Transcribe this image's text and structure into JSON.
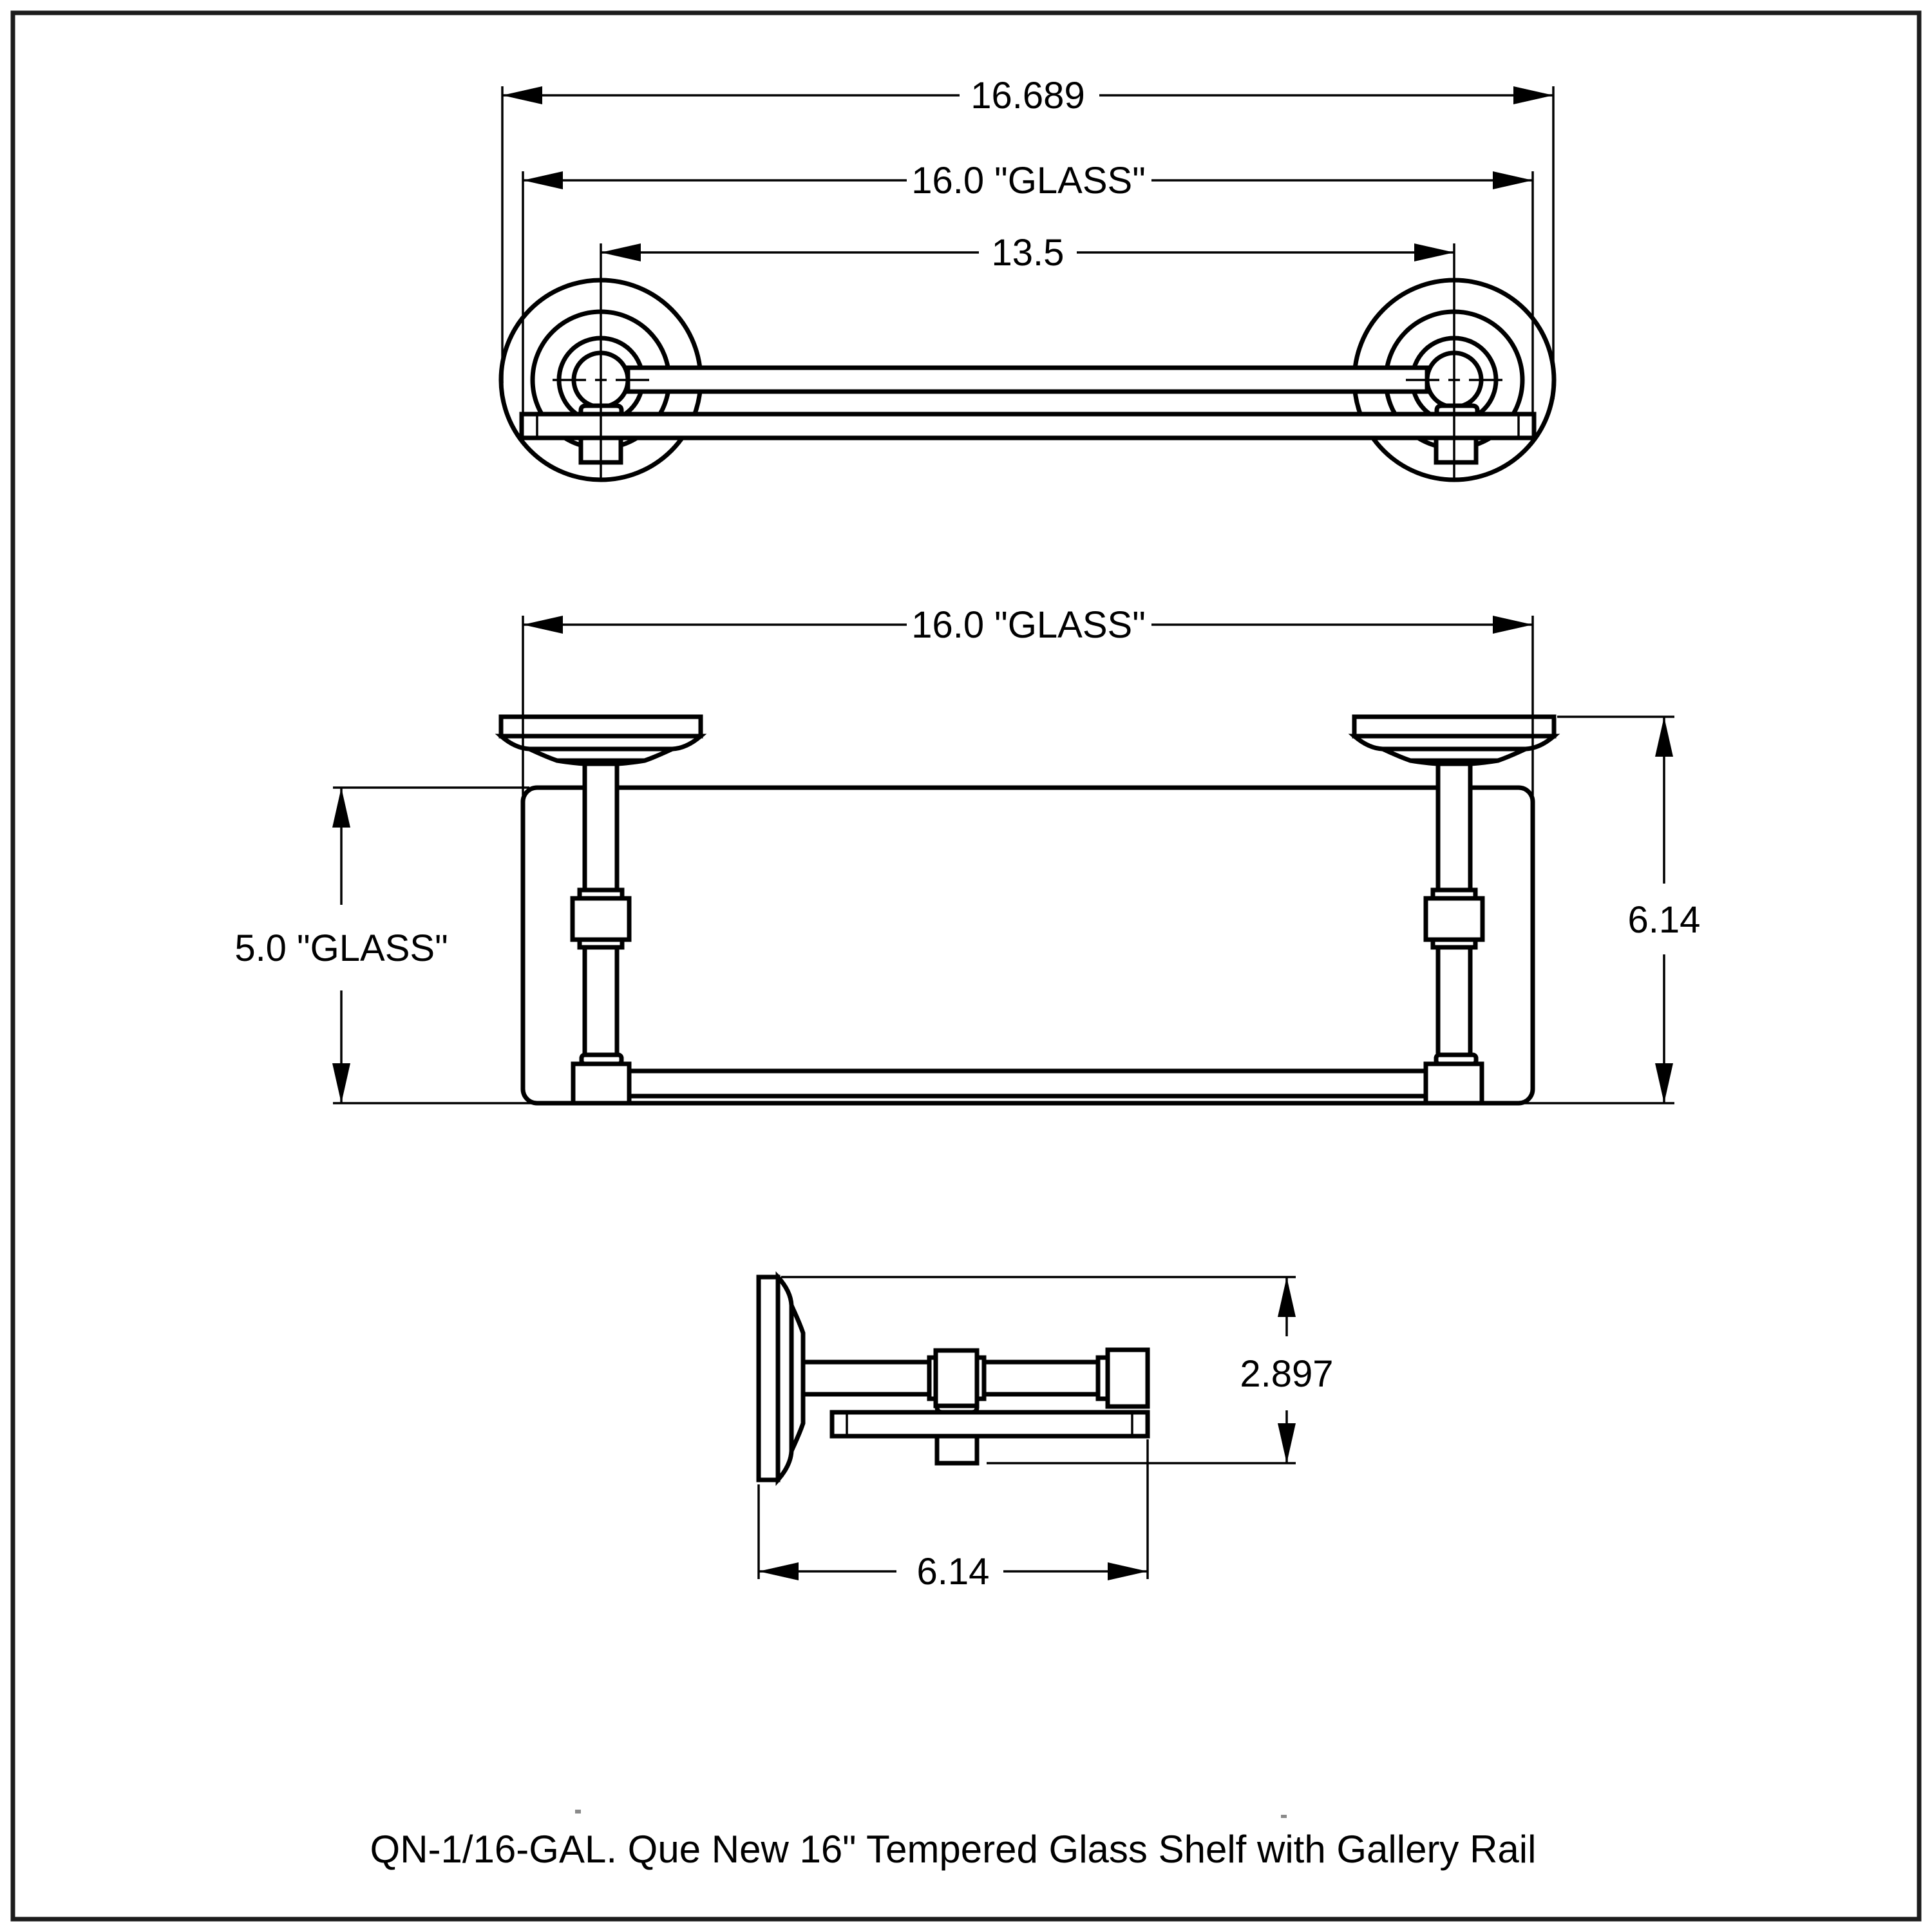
{
  "sheet": {
    "background": "#ffffff",
    "border_color": "#1c1c1c",
    "line_color": "#000000"
  },
  "caption": "QN-1/16-GAL. Que New 16\" Tempered Glass Shelf with Gallery Rail",
  "views": {
    "front": {
      "label": "front elevation of shelf with round wall flanges",
      "overall_width": "16.689",
      "glass_width": "16.0 \"GLASS\"",
      "mount_spacing": "13.5"
    },
    "plan": {
      "label": "plan view of glass shelf with gallery rail",
      "glass_width": "16.0 \"GLASS\"",
      "glass_depth": "5.0 \"GLASS\"",
      "overall_depth": "6.14"
    },
    "side": {
      "label": "side profile of wall bracket and shelf",
      "overall_height": "2.897",
      "overall_depth": "6.14"
    }
  }
}
